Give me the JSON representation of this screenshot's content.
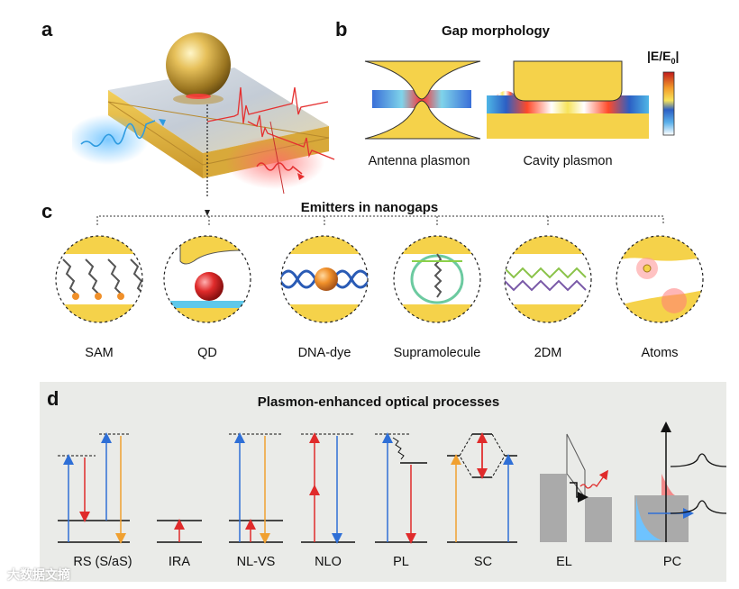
{
  "panel_a": {
    "letter": "a"
  },
  "panel_b": {
    "letter": "b",
    "title": "Gap morphology",
    "colorbar_label_prefix": "|E/E",
    "colorbar_label_sub": "0",
    "colorbar_label_suffix": "|",
    "left_label": "Antenna plasmon",
    "right_label": "Cavity plasmon"
  },
  "panel_c": {
    "letter": "c",
    "title": "Emitters in nanogaps",
    "emitters": [
      "SAM",
      "QD",
      "DNA-dye",
      "Supramolecule",
      "2DM",
      "Atoms"
    ]
  },
  "panel_d": {
    "letter": "d",
    "title": "Plasmon-enhanced optical processes",
    "processes": [
      "RS (S/aS)",
      "IRA",
      "NL-VS",
      "NLO",
      "PL",
      "SC",
      "EL",
      "PC"
    ]
  },
  "colors": {
    "gold": "#f2c94c",
    "blue_arrow": "#2f6fd6",
    "red_arrow": "#e02b2b",
    "orange_arrow": "#f0a030",
    "panel_d_bg": "#eaebe8"
  },
  "watermark": "大数据文摘"
}
